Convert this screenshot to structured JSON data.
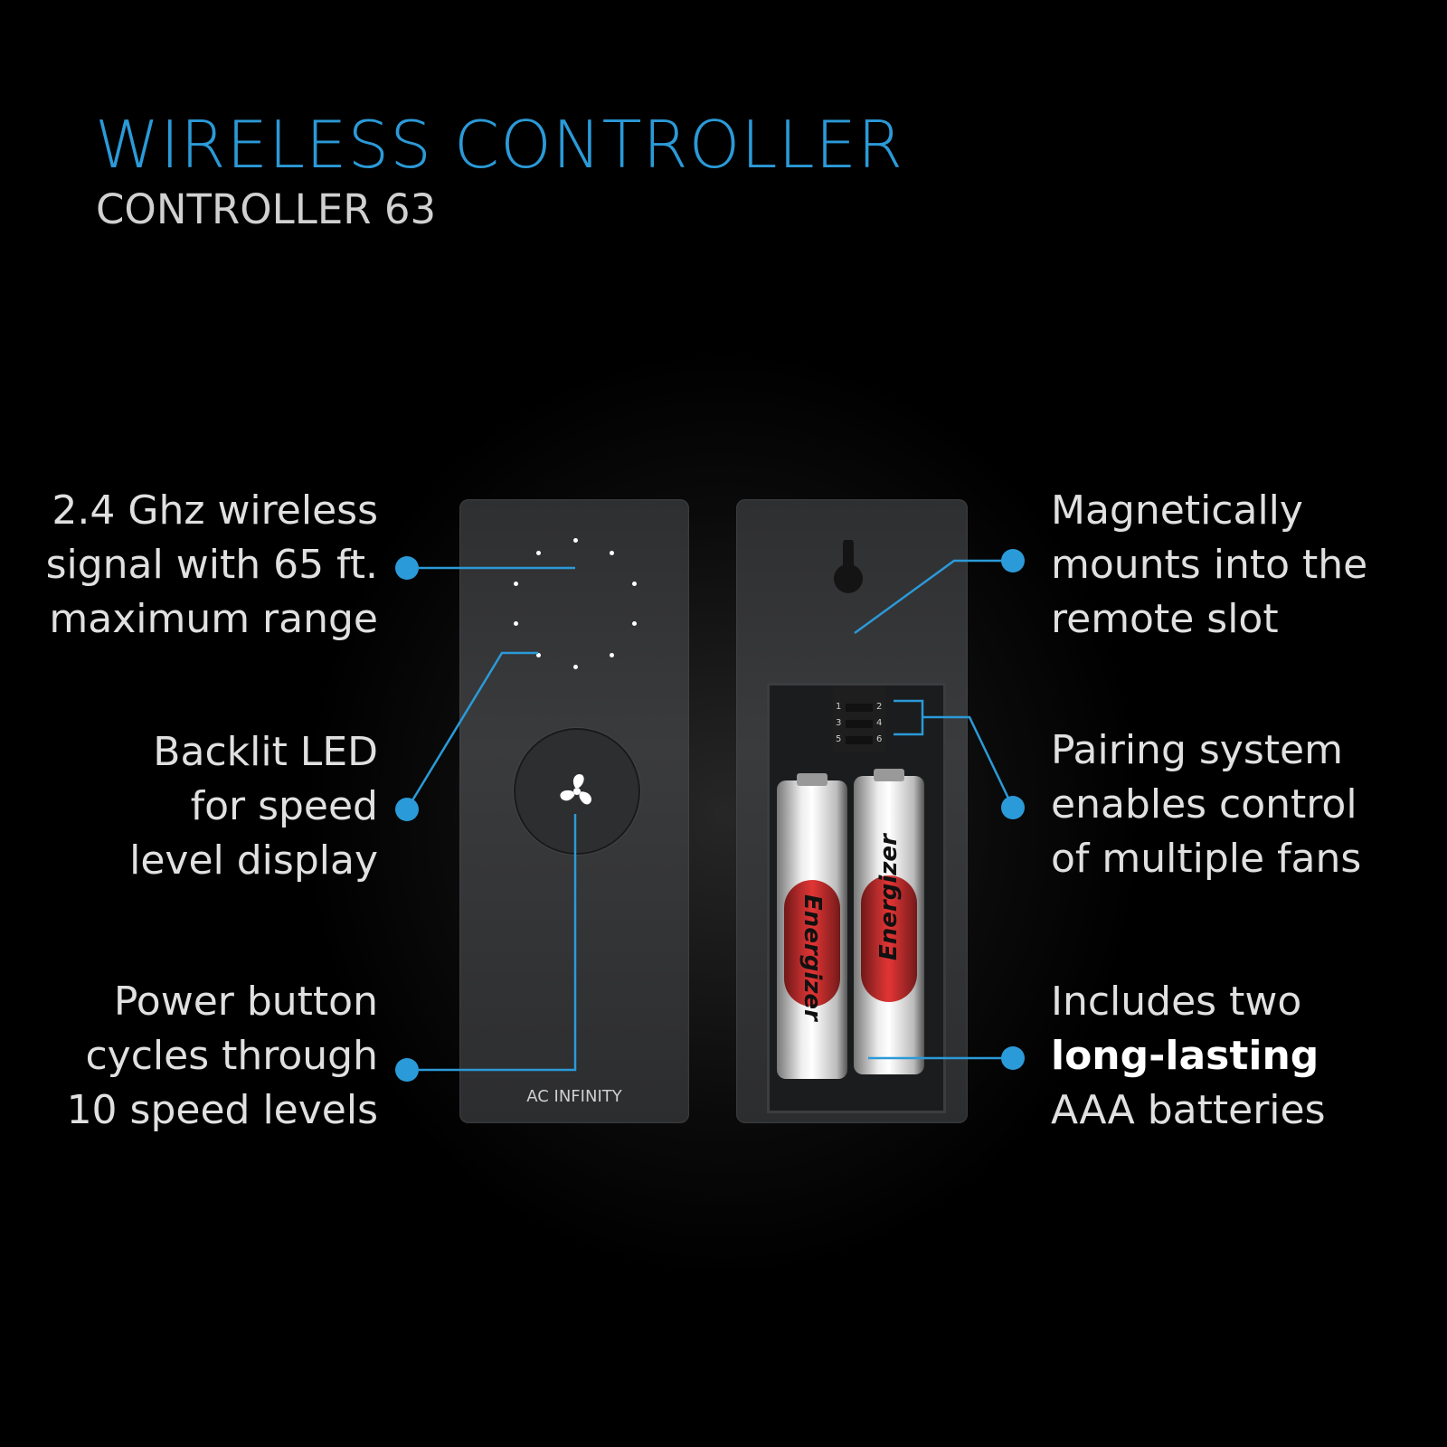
{
  "header": {
    "title": "WIRELESS CONTROLLER",
    "subtitle": "CONTROLLER 63"
  },
  "features_left": [
    {
      "text": "2.4 Ghz wireless\nsignal with 65 ft.\nmaximum range"
    },
    {
      "text": "Backlit LED\nfor speed\nlevel display"
    },
    {
      "text": "Power button\ncycles through\n10 speed levels"
    }
  ],
  "features_right": [
    {
      "text": "Magnetically\nmounts into the\nremote slot"
    },
    {
      "text": "Pairing system\nenables control\nof multiple fans"
    },
    {
      "line1": "Includes two",
      "bold": "long-lasting",
      "line3": "AAA batteries"
    }
  ],
  "device": {
    "brand": "AC INFINITY",
    "dip_labels": [
      "1",
      "2",
      "3",
      "4",
      "5",
      "6"
    ],
    "battery_label": "Energizer",
    "power_icon": "fan-icon"
  },
  "colors": {
    "accent": "#2b9ad8",
    "background": "#000000"
  }
}
